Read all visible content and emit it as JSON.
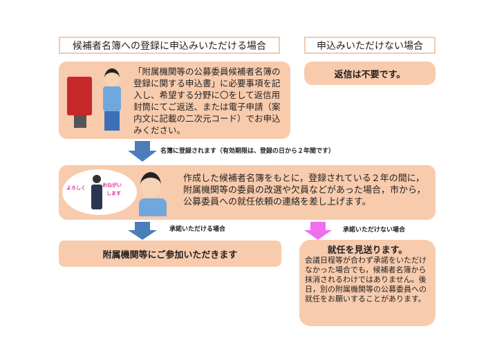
{
  "headers": {
    "accept": "候補者名簿への登録に申込みいただける場合",
    "decline": "申込みいただけない場合"
  },
  "step1": {
    "text": "「附属機関等の公募委員候補者名簿の登録に関する申込書」に必要事項を記入し、希望する分野に〇をして返信用封筒にてご返送、または電子申請（案内文に記載の二次元コード）でお申込みください。"
  },
  "no_reply": "返信は不要です。",
  "arrow1_label": "名簿に登録されます（有効期限は、登録の日から２年間です）",
  "step2": {
    "speech_1": "よろしく",
    "speech_2": "おねがい",
    "speech_3": "します",
    "text": "作成した候補者名簿をもとに，登録されている２年の間に，附属機関等の委員の改選や欠員などがあった場合，市から，公募委員への就任依頼の連絡を差し上げます。"
  },
  "arrow_accept_label": "承諾いただける場合",
  "arrow_decline_label": "承諾いただけない場合",
  "result_accept": "附属機関等にご参加いただきます",
  "result_decline": {
    "title": "就任を見送ります。",
    "text": "会議日程等が合わず承諾をいただけなかった場合でも，候補者名簿から抹消されるわけではありません。後日，別の附属機関等の公募委員への就任をお願いすることがあります。"
  },
  "colors": {
    "box": "#f8cbad",
    "arrow_blue": "#4a7ebb",
    "arrow_pink": "#f06ef0",
    "header_border": "#f3c9b0"
  }
}
